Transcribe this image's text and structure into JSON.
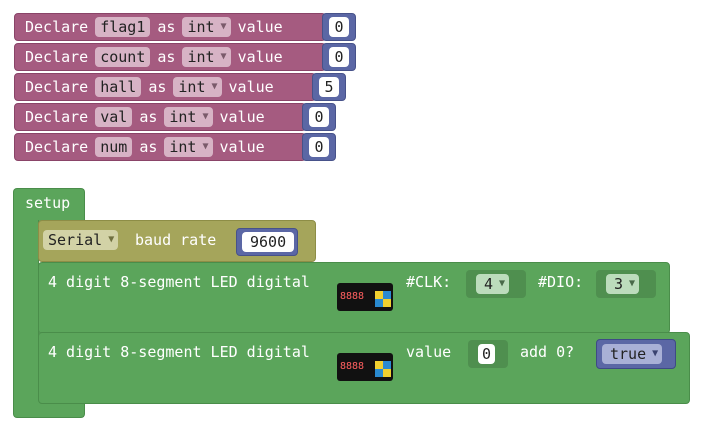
{
  "declares": [
    {
      "kw": "Declare",
      "name": "flag1",
      "as": "as",
      "type": "int",
      "value_kw": "value",
      "value": "0"
    },
    {
      "kw": "Declare",
      "name": "count",
      "as": "as",
      "type": "int",
      "value_kw": "value",
      "value": "0"
    },
    {
      "kw": "Declare",
      "name": "hall",
      "as": "as",
      "type": "int",
      "value_kw": "value",
      "value": "5"
    },
    {
      "kw": "Declare",
      "name": "val",
      "as": "as",
      "type": "int",
      "value_kw": "value",
      "value": "0"
    },
    {
      "kw": "Declare",
      "name": "num",
      "as": "as",
      "type": "int",
      "value_kw": "value",
      "value": "0"
    }
  ],
  "setup": {
    "label": "setup",
    "serial": {
      "port": "Serial",
      "baud_label": "baud rate",
      "baud": "9600"
    },
    "led_init": {
      "label": "4 digit 8-segment LED digital",
      "clk_label": "#CLK:",
      "clk": "4",
      "dio_label": "#DIO:",
      "dio": "3"
    },
    "led_display": {
      "label": "4 digit 8-segment LED digital",
      "value_label": "value",
      "value": "0",
      "add0_label": "add 0?",
      "add0": "true"
    }
  },
  "icons": {
    "dropdown": "chevron-down-icon",
    "module": "led-module-icon"
  },
  "colors": {
    "declare": "#a55b80",
    "number": "#5b67a5",
    "setup": "#5ba55b",
    "serial": "#a5a55b"
  }
}
